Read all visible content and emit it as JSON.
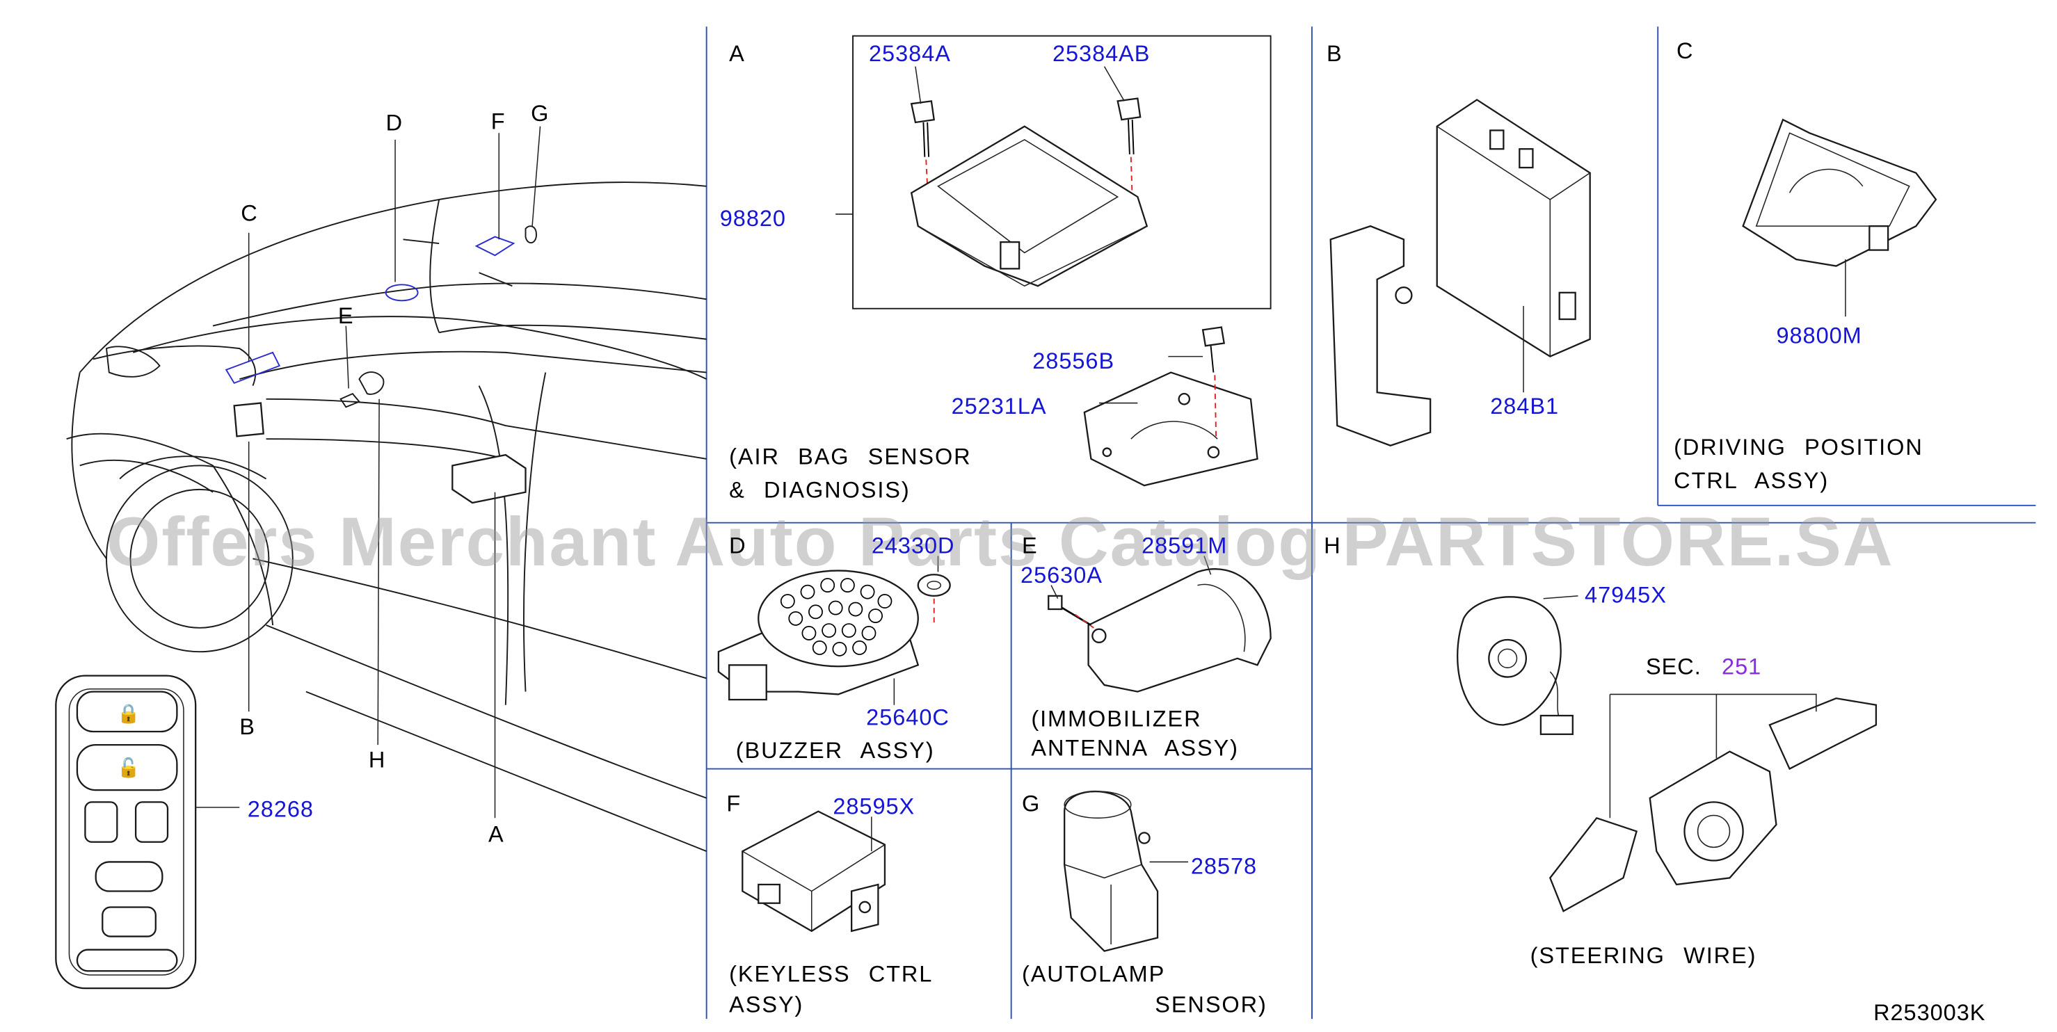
{
  "callouts": {
    "A_main": "A",
    "B_main": "B",
    "C_main": "C",
    "D_main": "D",
    "E_main": "E",
    "F_main": "F",
    "G_main": "G",
    "H_main": "H"
  },
  "key_fob": {
    "part_no": "28268"
  },
  "panel_A": {
    "letter": "A",
    "parts": [
      "25384A",
      "25384AB",
      "98820",
      "28556B",
      "25231LA"
    ],
    "caption_1": "(AIR  BAG  SENSOR",
    "caption_2": "&  DIAGNOSIS)"
  },
  "panel_B": {
    "letter": "B",
    "part_no": "284B1"
  },
  "panel_C": {
    "letter": "C",
    "part_no": "98800M",
    "caption_1": "(DRIVING  POSITION",
    "caption_2": "CTRL  ASSY)"
  },
  "panel_D": {
    "letter": "D",
    "part_top": "24330D",
    "part_bottom": "25640C",
    "caption": "(BUZZER  ASSY)"
  },
  "panel_E": {
    "letter": "E",
    "part_top": "28591M",
    "part_screw": "25630A",
    "caption_1": "(IMMOBILIZER",
    "caption_2": "ANTENNA  ASSY)"
  },
  "panel_H": {
    "letter": "H",
    "part_no": "47945X",
    "sec_label": "SEC.",
    "sec_no": "251",
    "caption": "(STEERING  WIRE)"
  },
  "panel_F": {
    "letter": "F",
    "part_no": "28595X",
    "caption_1": "(KEYLESS  CTRL",
    "caption_2": "ASSY)"
  },
  "panel_G": {
    "letter": "G",
    "part_no": "28578",
    "caption_1": "(AUTOLAMP",
    "caption_2": "SENSOR)"
  },
  "ref_code": "R253003K",
  "watermark": "Offers Merchant Auto Parts Catalog PARTSTORE.SA",
  "colors": {
    "part_number": "#1515d6",
    "section_number": "#8a2be2",
    "leader_dashed": "#d22222",
    "watermark": "#969696"
  }
}
